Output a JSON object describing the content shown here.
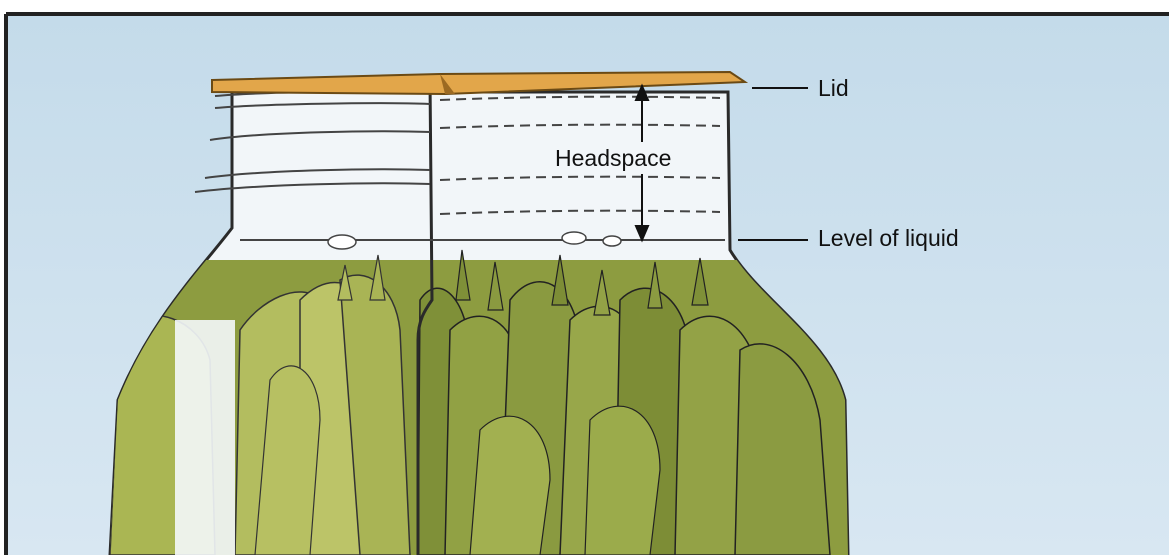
{
  "diagram": {
    "labels": {
      "lid": "Lid",
      "headspace": "Headspace",
      "liquid_level": "Level of liquid"
    },
    "colors": {
      "sky": "#cde0ee",
      "sky_light": "#e6f0f7",
      "frame": "#222222",
      "lid": "#e2a64a",
      "glass": "#f4f8fb",
      "bean": "#9aa84a",
      "bean_light": "#b4bf5c",
      "bean_dark": "#6f7f34",
      "outline": "#2a2a2a"
    }
  }
}
